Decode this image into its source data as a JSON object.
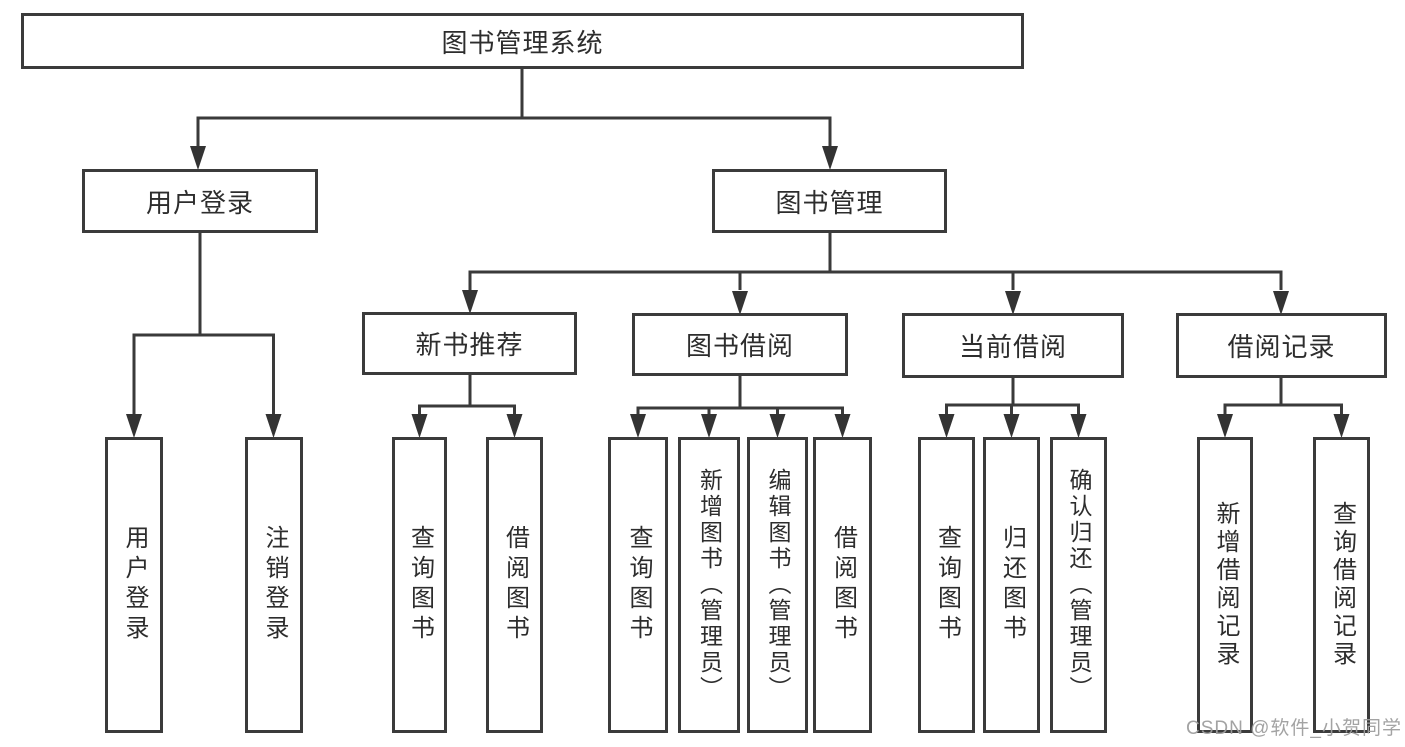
{
  "diagram": {
    "type": "hierarchy-tree",
    "line_color": "#3a3a3a",
    "border_color": "#3b3b3b",
    "text_color": "#2d2d2d",
    "background_color": "#ffffff"
  },
  "tree": {
    "label": "图书管理系统",
    "children": [
      {
        "label": "用户登录",
        "children": [
          {
            "label": "用户登录"
          },
          {
            "label": "注销登录"
          }
        ]
      },
      {
        "label": "图书管理",
        "children": [
          {
            "label": "新书推荐",
            "children": [
              {
                "label": "查询图书"
              },
              {
                "label": "借阅图书"
              }
            ]
          },
          {
            "label": "图书借阅",
            "children": [
              {
                "label": "查询图书"
              },
              {
                "label": "新增图书（管理员）"
              },
              {
                "label": "编辑图书（管理员）"
              },
              {
                "label": "借阅图书"
              }
            ]
          },
          {
            "label": "当前借阅",
            "children": [
              {
                "label": "查询图书"
              },
              {
                "label": "归还图书"
              },
              {
                "label": "确认归还（管理员）"
              }
            ]
          },
          {
            "label": "借阅记录",
            "children": [
              {
                "label": "新增借阅记录"
              },
              {
                "label": "查询借阅记录"
              }
            ]
          }
        ]
      }
    ]
  },
  "watermark": {
    "text": "CSDN @软件_小贺同学"
  }
}
